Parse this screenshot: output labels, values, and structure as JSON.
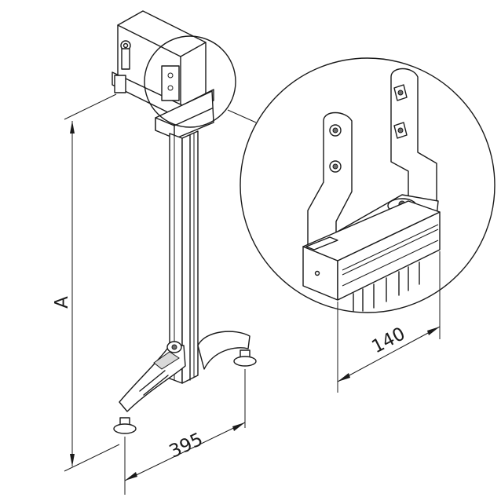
{
  "dimensions": {
    "height_label": "A",
    "base_width_label": "395",
    "bracket_width_label": "140"
  }
}
